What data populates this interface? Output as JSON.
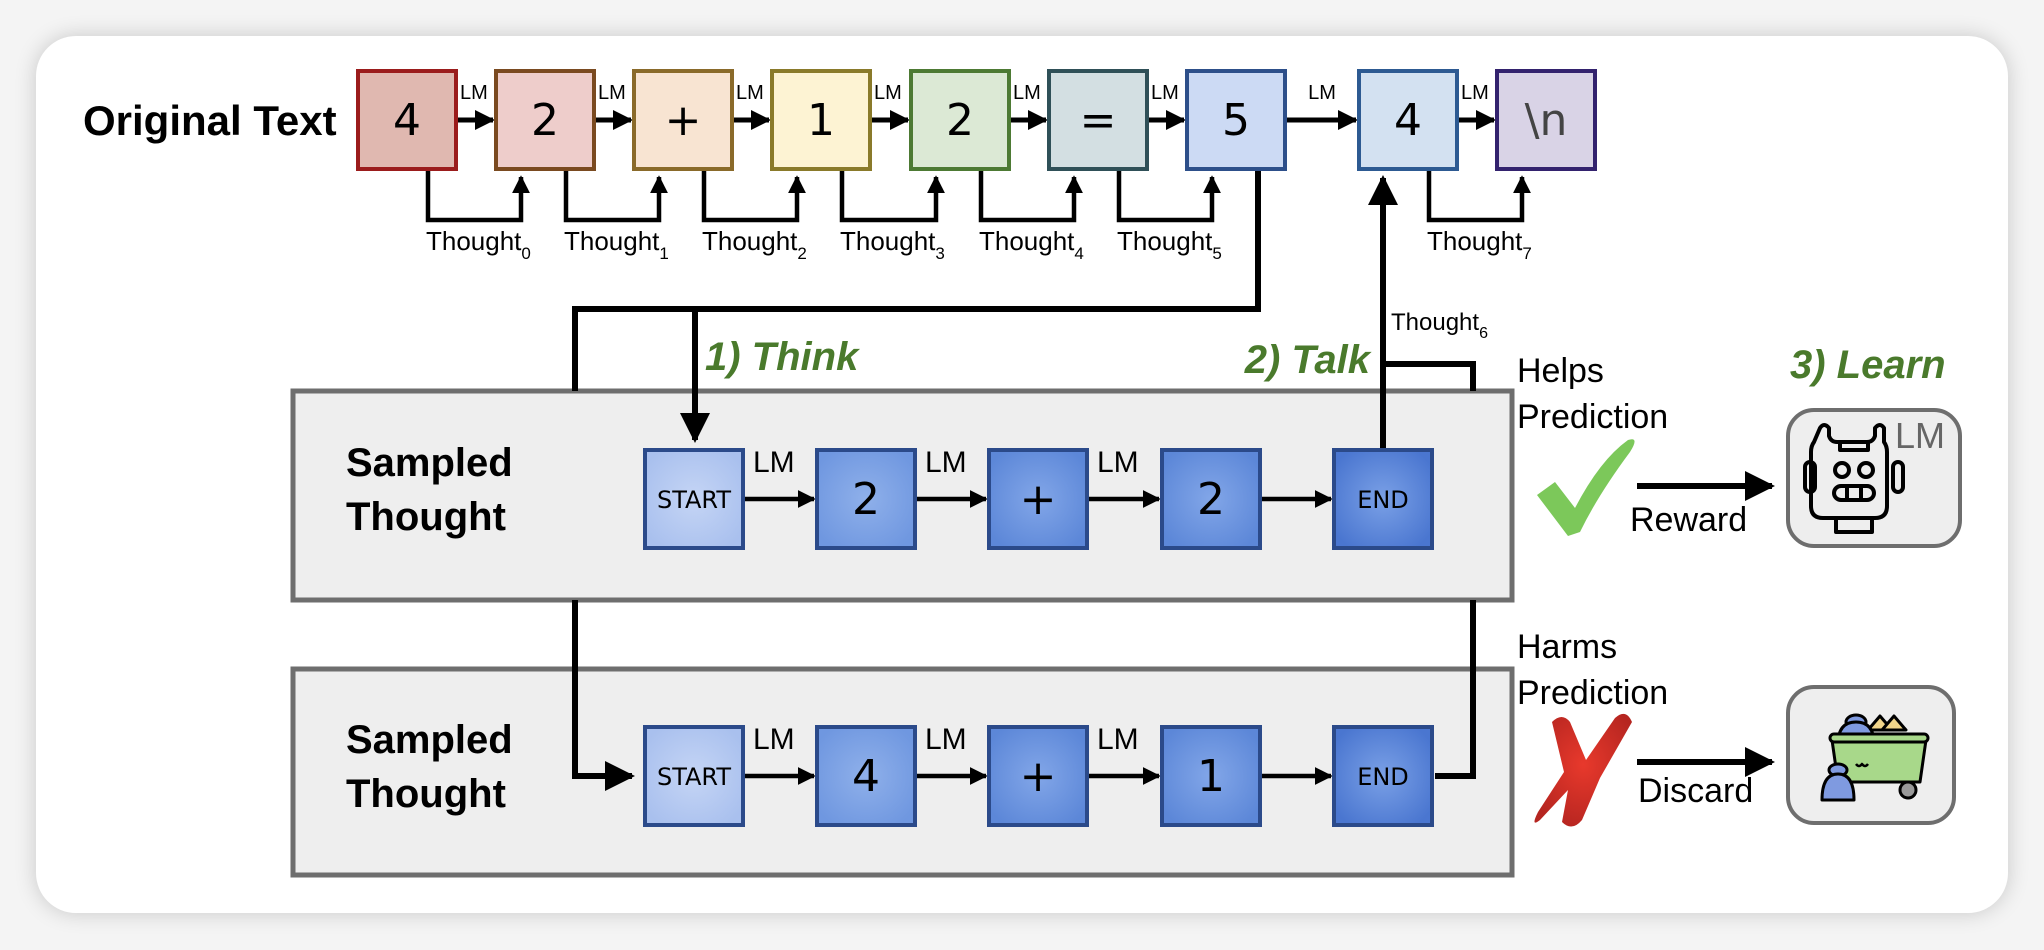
{
  "original_text": {
    "label": "Original Text",
    "edge_label": "LM",
    "tokens": [
      {
        "text": "4",
        "fill": "#e0b8b0",
        "stroke": "#9b1c1c",
        "thought": "Thought",
        "sub": "0"
      },
      {
        "text": "2",
        "fill": "#eecdcb",
        "stroke": "#7a4a20",
        "thought": "Thought",
        "sub": "1"
      },
      {
        "text": "+",
        "fill": "#f8e4d2",
        "stroke": "#8a6a2a",
        "thought": "Thought",
        "sub": "2"
      },
      {
        "text": "1",
        "fill": "#fdf3d3",
        "stroke": "#8a7a2a",
        "thought": "Thought",
        "sub": "3"
      },
      {
        "text": "2",
        "fill": "#dce9d5",
        "stroke": "#4d7a34",
        "thought": "Thought",
        "sub": "4"
      },
      {
        "text": "=",
        "fill": "#d3dfe2",
        "stroke": "#2f5058",
        "thought": "Thought",
        "sub": "5"
      },
      {
        "text": "5",
        "fill": "#ccdaf4",
        "stroke": "#2d4f8a",
        "thought": null,
        "sub": null
      },
      {
        "text": "4",
        "fill": "#d3e1f1",
        "stroke": "#2d5a92",
        "thought": "Thought",
        "sub": "7"
      },
      {
        "text": "\\n",
        "fill": "#d9d3e6",
        "stroke": "#33226e",
        "thought": null,
        "sub": null
      }
    ],
    "talk_thought": {
      "text": "Thought",
      "sub": "6"
    }
  },
  "steps": {
    "think": "1) Think",
    "talk": "2) Talk",
    "learn": "3) Learn",
    "color": "#4a7a2c"
  },
  "sampled_thoughts": [
    {
      "label_line1": "Sampled",
      "label_line2": "Thought",
      "tokens": [
        "START",
        "2",
        "+",
        "2",
        "END"
      ],
      "edge_labels": [
        "LM",
        "LM",
        "LM",
        ""
      ],
      "outcome_line1": "Helps",
      "outcome_line2": "Prediction",
      "outcome_icon": "check-icon",
      "action": "Reward",
      "target": "robot-lm-icon",
      "target_label": "LM"
    },
    {
      "label_line1": "Sampled",
      "label_line2": "Thought",
      "tokens": [
        "START",
        "4",
        "+",
        "1",
        "END"
      ],
      "edge_labels": [
        "LM",
        "LM",
        "LM",
        ""
      ],
      "outcome_line1": "Harms",
      "outcome_line2": "Prediction",
      "outcome_icon": "cross-icon",
      "action": "Discard",
      "target": "trash-bin-icon",
      "target_label": ""
    }
  ],
  "colors": {
    "start_fill": "#adc3ee",
    "token_fill": "#6e98e0",
    "end_fill": "#4f7bd4",
    "token_stroke": "#2b4a8a",
    "panel_fill": "#eeeeee",
    "panel_stroke": "#6e6e6e",
    "check": "#7cc85a",
    "cross": "#d12f26"
  }
}
